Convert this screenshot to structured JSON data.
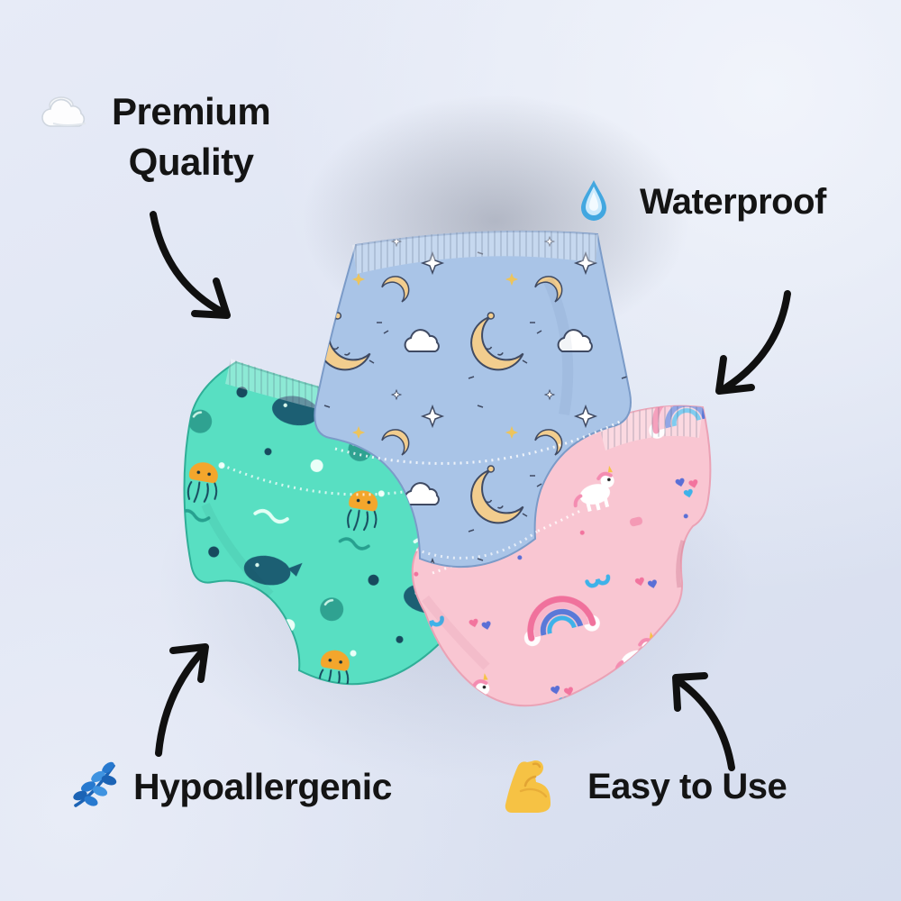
{
  "features": {
    "premium_quality": {
      "line1": "Premium",
      "line2": "Quality",
      "icon": "cloud-icon"
    },
    "waterproof": {
      "label": "Waterproof",
      "icon": "water-droplet-icon"
    },
    "hypoallergenic": {
      "label": "Hypoallergenic",
      "icon": "herb-leaf-icon"
    },
    "easy_to_use": {
      "label": "Easy to Use",
      "icon": "flexed-bicep-icon"
    }
  },
  "products": [
    {
      "name": "moon-and-stars-print-training-pant",
      "base_color": "#a9c4e7"
    },
    {
      "name": "ocean-whale-print-training-pant",
      "base_color": "#58dfc2"
    },
    {
      "name": "unicorn-rainbow-print-training-pant",
      "base_color": "#f9c6d2"
    }
  ],
  "colors": {
    "background": "#e2e7f4",
    "text": "#141414",
    "arrow": "#101010"
  }
}
